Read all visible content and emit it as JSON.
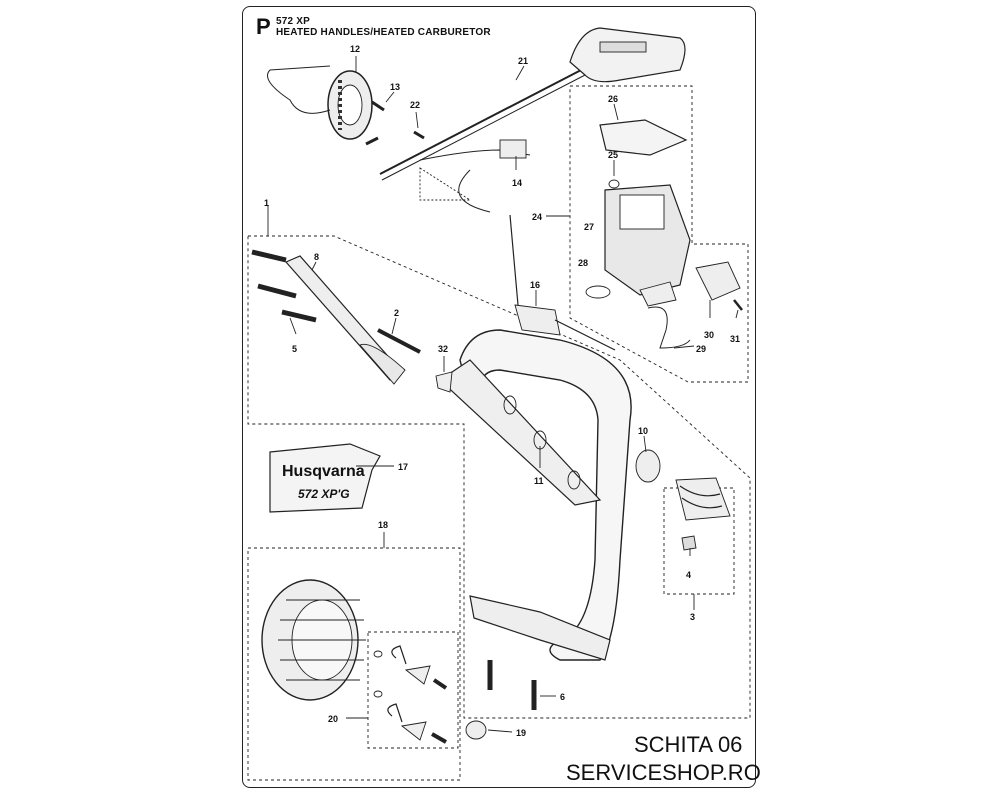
{
  "header": {
    "letter": "P",
    "model": "572 XP",
    "title": "HEATED HANDLES/HEATED CARBURETOR"
  },
  "footer": {
    "schita": "SCHITA 06",
    "shop": "SERVICESHOP.RO"
  },
  "decal": {
    "brand": "Husqvarna",
    "model": "572 XP'G"
  },
  "callouts": [
    "1",
    "2",
    "3",
    "4",
    "5",
    "6",
    "8",
    "10",
    "11",
    "12",
    "13",
    "14",
    "16",
    "17",
    "18",
    "19",
    "20",
    "21",
    "22",
    "24",
    "25",
    "26",
    "27",
    "28",
    "29",
    "30",
    "31",
    "32"
  ]
}
